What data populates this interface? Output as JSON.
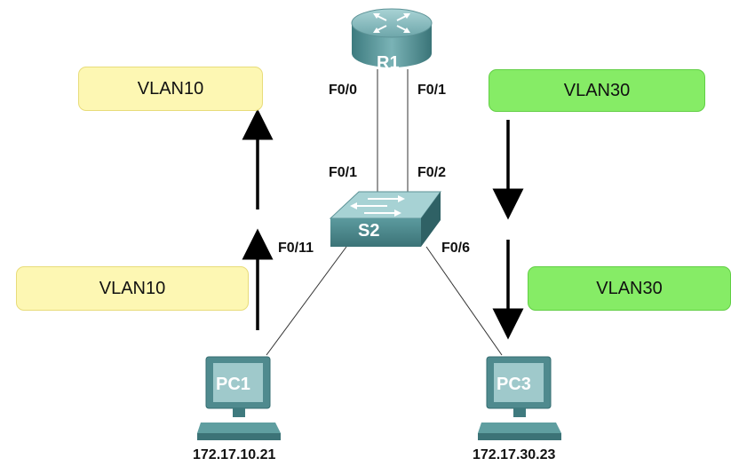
{
  "devices": {
    "router": {
      "label": "R1"
    },
    "switch": {
      "label": "S2"
    },
    "pc1": {
      "label": "PC1",
      "ip": "172.17.10.21"
    },
    "pc3": {
      "label": "PC3",
      "ip": "172.17.30.23"
    }
  },
  "ports": {
    "r1_f00": "F0/0",
    "r1_f01": "F0/1",
    "s2_f01": "F0/1",
    "s2_f02": "F0/2",
    "s2_f011": "F0/11",
    "s2_f06": "F0/6"
  },
  "vlan_labels": {
    "top_left": "VLAN10",
    "top_right": "VLAN30",
    "bottom_left": "VLAN10",
    "bottom_right": "VLAN30"
  },
  "colors": {
    "vlan10_fill": "#fdf7b3",
    "vlan30_fill": "#86ec66",
    "device_teal": "#5f9ea0"
  }
}
